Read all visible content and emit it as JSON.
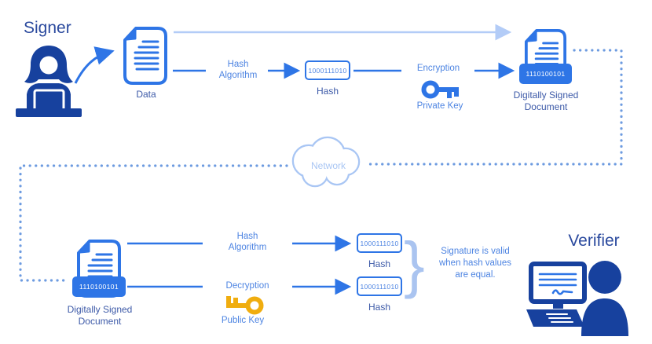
{
  "titles": {
    "signer": "Signer",
    "verifier": "Verifier"
  },
  "network": {
    "label": "Network"
  },
  "sign_flow": {
    "document_label": "Data",
    "hash_algorithm_label": "Hash\nAlgorithm",
    "hash_value": "1000111010",
    "hash_label": "Hash",
    "encryption_label": "Encryption",
    "private_key_label": "Private Key",
    "signed_value": "1110100101",
    "signed_document_label": "Digitally Signed\nDocument"
  },
  "verify_flow": {
    "signed_value": "1110100101",
    "signed_document_label": "Digitally Signed\nDocument",
    "hash_algorithm_label": "Hash\nAlgorithm",
    "hash_value_top": "1000111010",
    "hash_label_top": "Hash",
    "decryption_label": "Decryption",
    "public_key_label": "Public Key",
    "hash_value_bottom": "1000111010",
    "hash_label_bottom": "Hash",
    "brace": "}",
    "validity_note": "Signature is valid\nwhen hash values\nare equal."
  },
  "colors": {
    "primary_blue": "#2e75e6",
    "dark_blue": "#17419e",
    "title_blue": "#2b4a9e",
    "label_blue": "#4d84e2",
    "slate_blue": "#3d5aa8",
    "light_blue": "#b3ccf7",
    "cloud_blue": "#a9c6f4",
    "dot_blue": "#6d9be0",
    "key_gold": "#f0ad0f"
  }
}
